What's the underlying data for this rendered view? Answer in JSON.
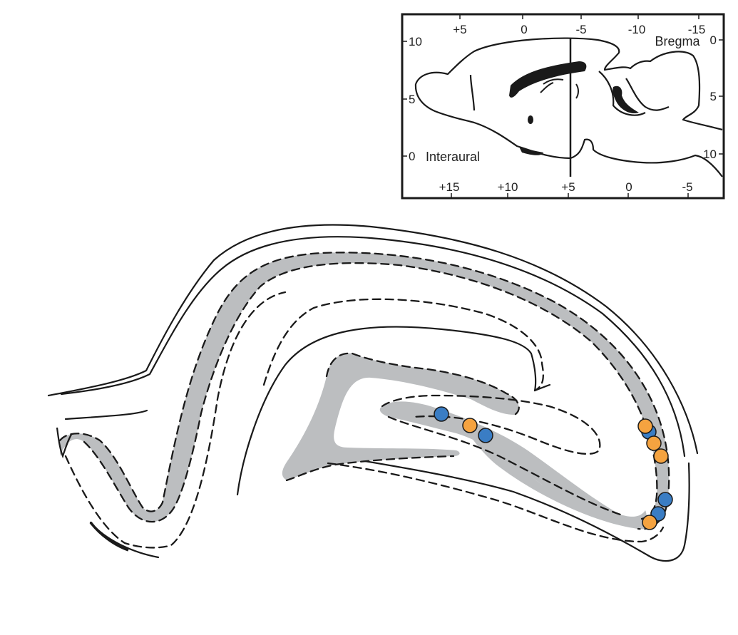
{
  "inset": {
    "top_ticks": [
      "+5",
      "0",
      "-5",
      "-10",
      "-15"
    ],
    "bottom_ticks": [
      "+15",
      "+10",
      "+5",
      "0",
      "-5"
    ],
    "left_ticks": [
      "10",
      "5",
      "0"
    ],
    "right_ticks": [
      "0",
      "5",
      "10"
    ],
    "label_bregma": "Bregma",
    "label_interaural": "Interaural"
  },
  "colors": {
    "outline": "#1a1a1a",
    "layer_fill": "#bcbec0",
    "dot_blue": "#3a7dc4",
    "dot_orange": "#f5a340"
  },
  "dots": [
    {
      "color": "dot_blue"
    },
    {
      "color": "dot_orange"
    },
    {
      "color": "dot_blue"
    },
    {
      "color": "dot_blue"
    },
    {
      "color": "dot_orange"
    },
    {
      "color": "dot_orange"
    },
    {
      "color": "dot_orange"
    },
    {
      "color": "dot_blue"
    },
    {
      "color": "dot_blue"
    },
    {
      "color": "dot_orange"
    }
  ]
}
